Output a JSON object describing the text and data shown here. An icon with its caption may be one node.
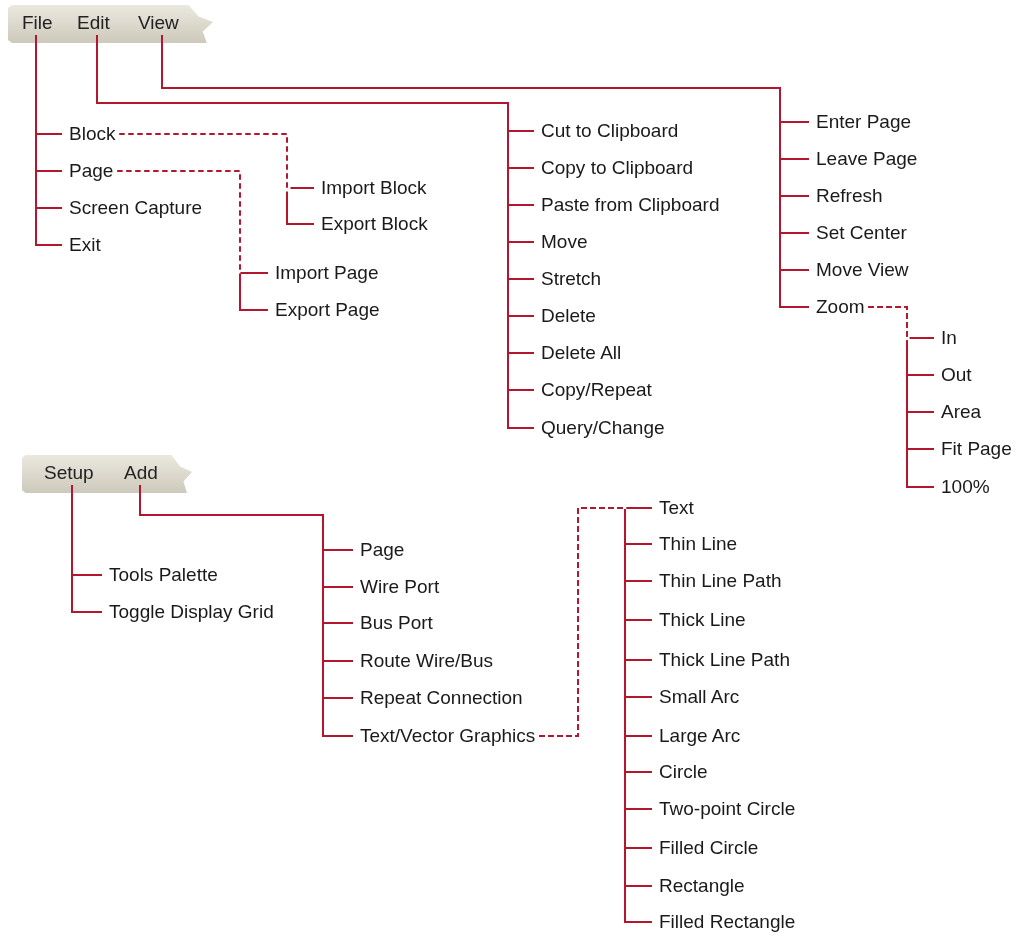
{
  "diagram": {
    "nodes": [
      {
        "text": [],
        "shape": "bar"
      },
      {
        "text": [
          "File"
        ],
        "in": 0
      },
      {
        "text": [
          "Edit"
        ],
        "in": 0
      },
      {
        "text": [
          "View"
        ],
        "in": 0
      },
      {
        "text": [
          "Block"
        ]
      },
      {
        "text": [
          "Page"
        ]
      },
      {
        "text": [
          "Screen Capture"
        ]
      },
      {
        "text": [
          "Exit"
        ]
      },
      {
        "text": [
          "Import Block"
        ]
      },
      {
        "text": [
          "Export Block"
        ]
      },
      {
        "text": [
          "Import Page"
        ]
      },
      {
        "text": [
          "Export Page"
        ]
      },
      {
        "text": [
          "Cut to Clipboard"
        ]
      },
      {
        "text": [
          "Copy to Clipboard"
        ]
      },
      {
        "text": [
          "Paste from Clipboard"
        ]
      },
      {
        "text": [
          "Move"
        ]
      },
      {
        "text": [
          "Stretch"
        ]
      },
      {
        "text": [
          "Delete"
        ]
      },
      {
        "text": [
          "Delete All"
        ]
      },
      {
        "text": [
          "Copy/Repeat"
        ]
      },
      {
        "text": [
          "Query/Change"
        ]
      },
      {
        "text": [
          "Enter Page"
        ]
      },
      {
        "text": [
          "Leave Page"
        ]
      },
      {
        "text": [
          "Refresh"
        ]
      },
      {
        "text": [
          "Set Center"
        ]
      },
      {
        "text": [
          "Move View"
        ]
      },
      {
        "text": [
          "Zoom"
        ]
      },
      {
        "text": [
          "In"
        ]
      },
      {
        "text": [
          "Out"
        ]
      },
      {
        "text": [
          "Area"
        ]
      },
      {
        "text": [
          "Fit Page"
        ]
      },
      {
        "text": [
          "100%"
        ]
      },
      {
        "text": [],
        "shape": "bar"
      },
      {
        "text": [
          "Setup"
        ],
        "in": 32
      },
      {
        "text": [
          "Add"
        ],
        "in": 32
      },
      {
        "text": [
          "Tools Palette"
        ]
      },
      {
        "text": [
          "Toggle Display Grid"
        ]
      },
      {
        "text": [
          "Page"
        ]
      },
      {
        "text": [
          "Wire Port"
        ]
      },
      {
        "text": [
          "Bus Port"
        ]
      },
      {
        "text": [
          "Route Wire/Bus"
        ]
      },
      {
        "text": [
          "Repeat Connection"
        ]
      },
      {
        "text": [
          "Text/Vector Graphics"
        ]
      },
      {
        "text": [
          "Text"
        ]
      },
      {
        "text": [
          "Thin Line"
        ]
      },
      {
        "text": [
          "Thin Line Path"
        ]
      },
      {
        "text": [
          "Thick Line"
        ]
      },
      {
        "text": [
          "Thick Line Path"
        ]
      },
      {
        "text": [
          "Small Arc"
        ]
      },
      {
        "text": [
          "Large Arc"
        ]
      },
      {
        "text": [
          "Circle"
        ]
      },
      {
        "text": [
          "Two-point Circle"
        ]
      },
      {
        "text": [
          "Filled Circle"
        ]
      },
      {
        "text": [
          "Rectangle"
        ]
      },
      {
        "text": [
          "Filled Rectangle"
        ]
      }
    ],
    "edges": [
      {
        "from": 1,
        "to": 4,
        "arrow": "none"
      },
      {
        "from": 1,
        "to": 5,
        "arrow": "none"
      },
      {
        "from": 1,
        "to": 6,
        "arrow": "none"
      },
      {
        "from": 1,
        "to": 7,
        "arrow": "none"
      },
      {
        "from": 4,
        "to": 8,
        "arrow": "none",
        "style": "dashed"
      },
      {
        "from": 4,
        "to": 9,
        "arrow": "none",
        "style": "dashed"
      },
      {
        "from": 5,
        "to": 10,
        "arrow": "none",
        "style": "dashed"
      },
      {
        "from": 5,
        "to": 11,
        "arrow": "none",
        "style": "dashed"
      },
      {
        "from": 2,
        "to": 12,
        "arrow": "none"
      },
      {
        "from": 2,
        "to": 13,
        "arrow": "none"
      },
      {
        "from": 2,
        "to": 14,
        "arrow": "none"
      },
      {
        "from": 2,
        "to": 15,
        "arrow": "none"
      },
      {
        "from": 2,
        "to": 16,
        "arrow": "none"
      },
      {
        "from": 2,
        "to": 17,
        "arrow": "none"
      },
      {
        "from": 2,
        "to": 18,
        "arrow": "none"
      },
      {
        "from": 2,
        "to": 19,
        "arrow": "none"
      },
      {
        "from": 2,
        "to": 20,
        "arrow": "none"
      },
      {
        "from": 3,
        "to": 21,
        "arrow": "none"
      },
      {
        "from": 3,
        "to": 22,
        "arrow": "none"
      },
      {
        "from": 3,
        "to": 23,
        "arrow": "none"
      },
      {
        "from": 3,
        "to": 24,
        "arrow": "none"
      },
      {
        "from": 3,
        "to": 25,
        "arrow": "none"
      },
      {
        "from": 3,
        "to": 26,
        "arrow": "none"
      },
      {
        "from": 26,
        "to": 27,
        "arrow": "none",
        "style": "dashed"
      },
      {
        "from": 26,
        "to": 28,
        "arrow": "none",
        "style": "dashed"
      },
      {
        "from": 26,
        "to": 29,
        "arrow": "none",
        "style": "dashed"
      },
      {
        "from": 26,
        "to": 30,
        "arrow": "none",
        "style": "dashed"
      },
      {
        "from": 26,
        "to": 31,
        "arrow": "none",
        "style": "dashed"
      },
      {
        "from": 33,
        "to": 35,
        "arrow": "none"
      },
      {
        "from": 33,
        "to": 36,
        "arrow": "none"
      },
      {
        "from": 34,
        "to": 37,
        "arrow": "none"
      },
      {
        "from": 34,
        "to": 38,
        "arrow": "none"
      },
      {
        "from": 34,
        "to": 39,
        "arrow": "none"
      },
      {
        "from": 34,
        "to": 40,
        "arrow": "none"
      },
      {
        "from": 34,
        "to": 41,
        "arrow": "none"
      },
      {
        "from": 34,
        "to": 42,
        "arrow": "none"
      },
      {
        "from": 42,
        "to": 43,
        "arrow": "none",
        "style": "dashed"
      },
      {
        "from": 42,
        "to": 44,
        "arrow": "none",
        "style": "dashed"
      },
      {
        "from": 42,
        "to": 45,
        "arrow": "none",
        "style": "dashed"
      },
      {
        "from": 42,
        "to": 46,
        "arrow": "none",
        "style": "dashed"
      },
      {
        "from": 42,
        "to": 47,
        "arrow": "none",
        "style": "dashed"
      },
      {
        "from": 42,
        "to": 48,
        "arrow": "none",
        "style": "dashed"
      },
      {
        "from": 42,
        "to": 49,
        "arrow": "none",
        "style": "dashed"
      },
      {
        "from": 42,
        "to": 50,
        "arrow": "none",
        "style": "dashed"
      },
      {
        "from": 42,
        "to": 51,
        "arrow": "none",
        "style": "dashed"
      },
      {
        "from": 42,
        "to": 52,
        "arrow": "none",
        "style": "dashed"
      },
      {
        "from": 42,
        "to": 53,
        "arrow": "none",
        "style": "dashed"
      },
      {
        "from": 42,
        "to": 54,
        "arrow": "none",
        "style": "dashed"
      }
    ]
  }
}
